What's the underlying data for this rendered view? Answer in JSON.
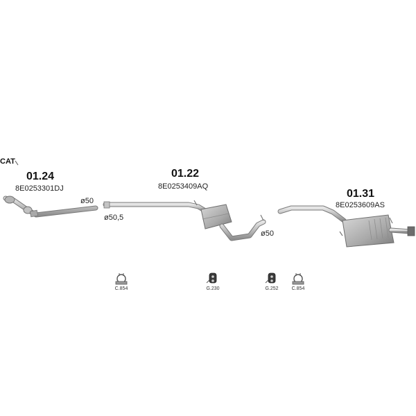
{
  "cat_label": "CAT",
  "parts": [
    {
      "code": "01.24",
      "oem": "8E0253301DJ"
    },
    {
      "code": "01.22",
      "oem": "8E0253409AQ"
    },
    {
      "code": "01.31",
      "oem": "8E0253609AS"
    }
  ],
  "diameters": [
    "ø50",
    "ø50,5",
    "ø50"
  ],
  "accessories": [
    {
      "code": "C.854",
      "icon": "clamp-icon"
    },
    {
      "code": "G.230",
      "icon": "rubber-hanger-icon"
    },
    {
      "code": "G.252",
      "icon": "rubber-hanger-icon"
    },
    {
      "code": "C.854",
      "icon": "clamp-icon"
    }
  ],
  "colors": {
    "pipe": "#c9c9c9",
    "pipe_stroke": "#8a8a8a",
    "text": "#111111"
  }
}
